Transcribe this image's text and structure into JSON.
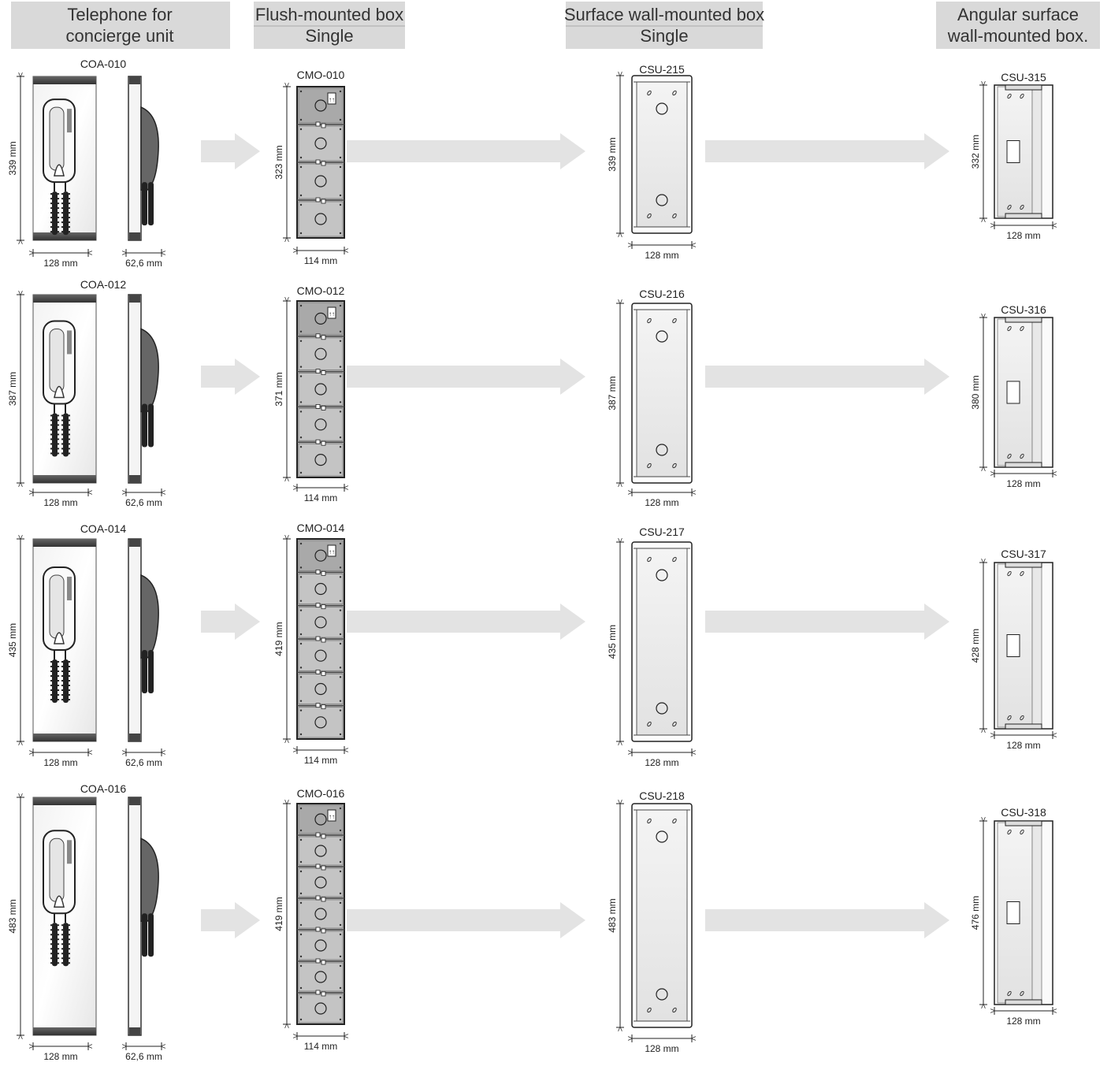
{
  "headers": {
    "telephone": [
      "Telephone for",
      "concierge unit"
    ],
    "flush": [
      "Flush-mounted box",
      "Single"
    ],
    "surface": [
      "Surface wall-mounted box",
      "Single"
    ],
    "angular": [
      "Angular surface",
      "wall-mounted box."
    ]
  },
  "rows": [
    {
      "telephone": {
        "model": "COA-010",
        "height": "339 mm",
        "width": "128 mm",
        "depth": "62,6 mm"
      },
      "flush": {
        "model": "CMO-010",
        "height": "323 mm",
        "width": "114 mm",
        "modules": 4
      },
      "surface": {
        "model": "CSU-215",
        "height": "339 mm",
        "width": "128 mm"
      },
      "angular": {
        "model": "CSU-315",
        "height": "332 mm",
        "width": "128 mm"
      }
    },
    {
      "telephone": {
        "model": "COA-012",
        "height": "387 mm",
        "width": "128 mm",
        "depth": "62,6 mm"
      },
      "flush": {
        "model": "CMO-012",
        "height": "371 mm",
        "width": "114 mm",
        "modules": 5
      },
      "surface": {
        "model": "CSU-216",
        "height": "387 mm",
        "width": "128 mm"
      },
      "angular": {
        "model": "CSU-316",
        "height": "380 mm",
        "width": "128 mm"
      }
    },
    {
      "telephone": {
        "model": "COA-014",
        "height": "435 mm",
        "width": "128 mm",
        "depth": "62,6 mm"
      },
      "flush": {
        "model": "CMO-014",
        "height": "419 mm",
        "width": "114 mm",
        "modules": 6
      },
      "surface": {
        "model": "CSU-217",
        "height": "435 mm",
        "width": "128 mm"
      },
      "angular": {
        "model": "CSU-317",
        "height": "428 mm",
        "width": "128 mm"
      }
    },
    {
      "telephone": {
        "model": "COA-016",
        "height": "483 mm",
        "width": "128 mm",
        "depth": "62,6 mm"
      },
      "flush": {
        "model": "CMO-016",
        "height": "419 mm",
        "width": "114 mm",
        "modules": 7
      },
      "surface": {
        "model": "CSU-218",
        "height": "483 mm",
        "width": "128 mm"
      },
      "angular": {
        "model": "CSU-318",
        "height": "476 mm",
        "width": "128 mm"
      }
    }
  ],
  "colors": {
    "header_bg": "#d9d9d9",
    "arrow": "#e3e3e3",
    "panel_dark": "#4a4a4a",
    "box_grey": "#b8b8b8"
  }
}
